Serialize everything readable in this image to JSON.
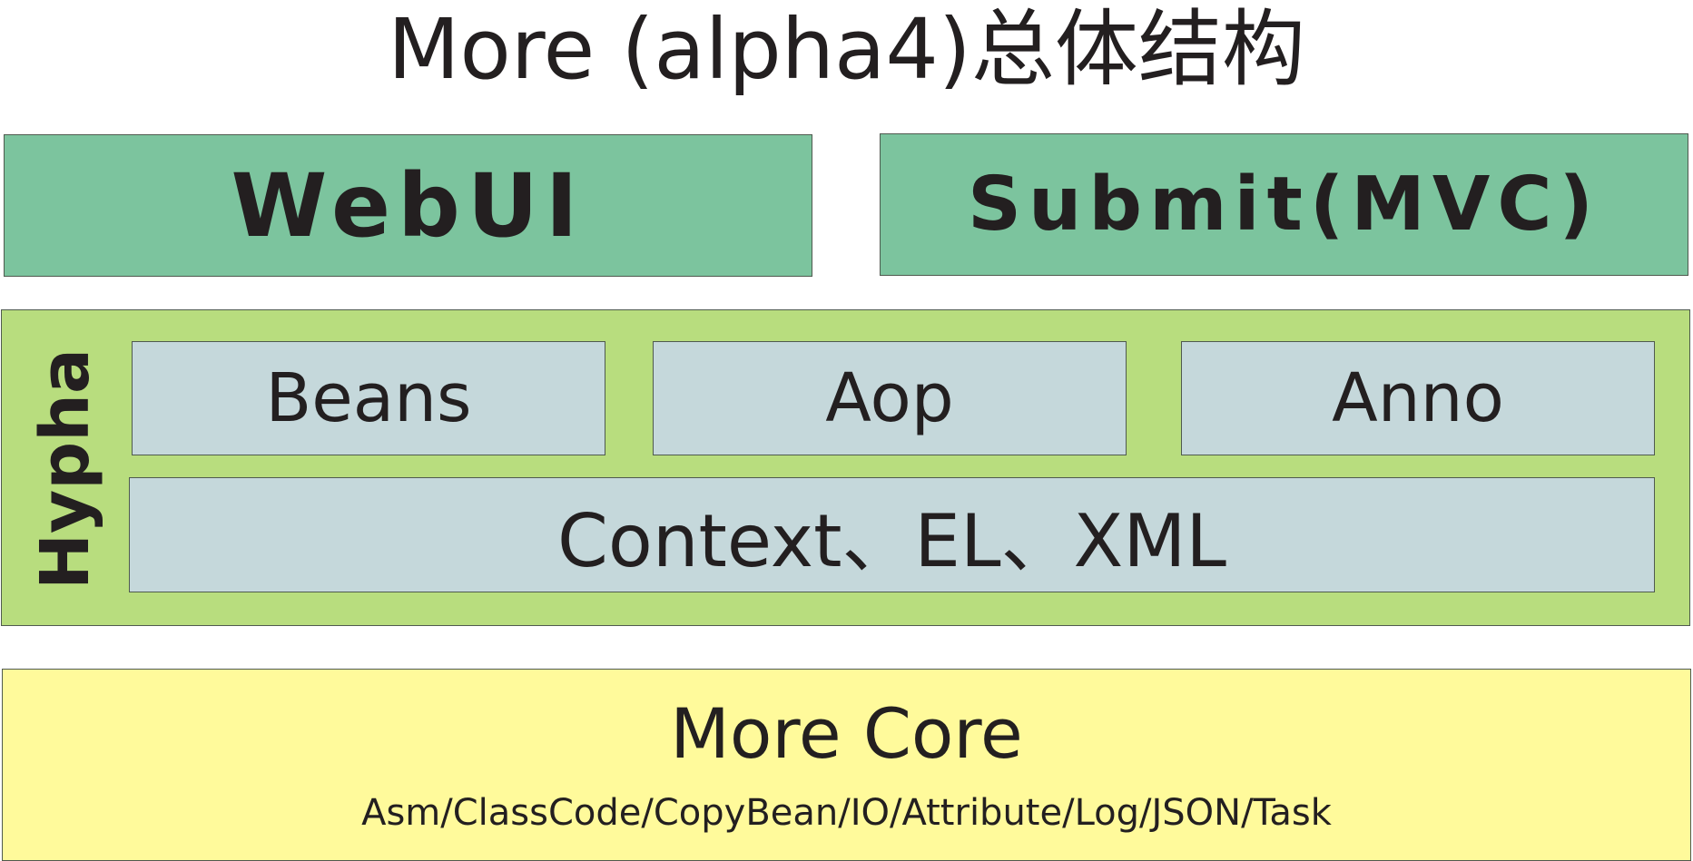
{
  "title": "More (alpha4)总体结构",
  "top_layer": {
    "webui": "WebUI",
    "submit": "Submit(MVC)"
  },
  "hypha": {
    "label": "Hypha",
    "modules": [
      "Beans",
      "Aop",
      "Anno"
    ],
    "base": "Context、EL、XML"
  },
  "core": {
    "title": "More Core",
    "components": "Asm/ClassCode/CopyBean/IO/Attribute/Log/JSON/Task"
  },
  "colors": {
    "top_layer": "#7cc49e",
    "hypha": "#b8dd7e",
    "module": "#c5d8db",
    "core": "#fffa9b"
  }
}
